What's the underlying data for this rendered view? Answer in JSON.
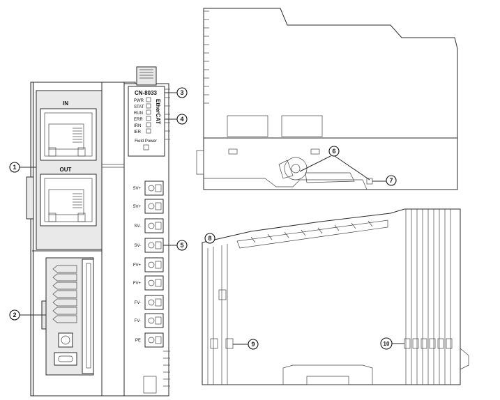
{
  "front_view": {
    "port_in_label": "IN",
    "port_out_label": "OUT",
    "model": "CN-8033",
    "brand_vertical": "EtherCAT",
    "leds": [
      "PWR",
      "STAT",
      "RUN",
      "ERR",
      "IRN",
      "IER"
    ],
    "field_power_label": "Field Power",
    "terminals": [
      "SV+",
      "SV+",
      "SV-",
      "SV-",
      "FV+",
      "FV+",
      "FV-",
      "FV-",
      "PE"
    ]
  },
  "callouts": [
    "1",
    "2",
    "3",
    "4",
    "5",
    "6",
    "7",
    "8",
    "9",
    "10"
  ]
}
